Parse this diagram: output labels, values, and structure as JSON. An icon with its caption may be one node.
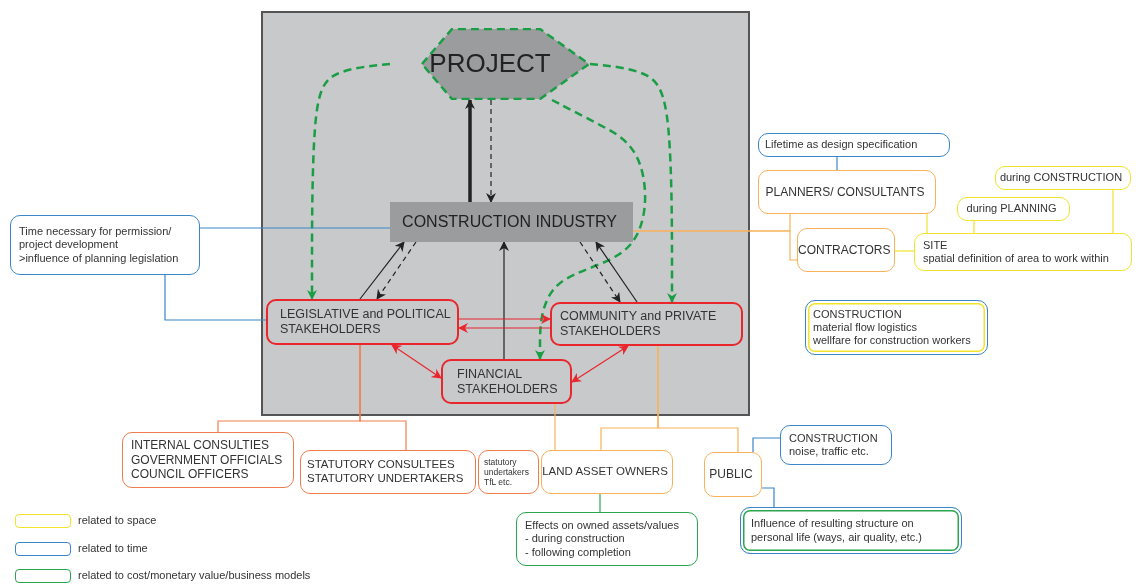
{
  "diagram": {
    "nodes": [
      {
        "text": [],
        "shape": "box"
      },
      {
        "text": [
          "PROJECT"
        ],
        "in": 0
      },
      {
        "text": [
          "CONSTRUCTION INDUSTRY"
        ],
        "in": 0
      },
      {
        "text": [
          "LEGISLATIVE and POLITICAL STAKEHOLDERS"
        ],
        "in": 0
      },
      {
        "text": [
          "COMMUNITY and PRIVATE STAKEHOLDERS"
        ],
        "in": 0
      },
      {
        "text": [
          "FINANCIAL STAKEHOLDERS"
        ],
        "in": 0
      },
      {
        "text": [
          "Time necessary for permission/ project development",
          ">influence of planning legislation"
        ]
      },
      {
        "text": [
          "Lifetime as design specification"
        ]
      },
      {
        "text": [
          "PLANNERS/ CONSULTANTS"
        ]
      },
      {
        "text": [
          "CONTRACTORS"
        ]
      },
      {
        "text": [
          "during CONSTRUCTION"
        ]
      },
      {
        "text": [
          "during PLANNING"
        ]
      },
      {
        "text": [
          "SITE",
          "spatial definition of area to work within"
        ]
      },
      {
        "text": [
          "CONSTRUCTION",
          "material flow logistics",
          "wellfare for construction workers"
        ]
      },
      {
        "text": [
          "INTERNAL CONSULTIES",
          "GOVERNMENT OFFICIALS",
          "COUNCIL OFFICERS"
        ]
      },
      {
        "text": [
          "STATUTORY CONSULTEES",
          "STATUTORY UNDERTAKERS"
        ]
      },
      {
        "text": [
          "LAND ASSET OWNERS"
        ]
      },
      {
        "text": [
          "statutory undertakers TfL etc."
        ]
      },
      {
        "text": [
          "PUBLIC"
        ]
      },
      {
        "text": [
          "CONSTRUCTION",
          "noise, traffic etc."
        ]
      },
      {
        "text": [
          "Effects on owned assets/values",
          "- during construction",
          "- following completion"
        ]
      },
      {
        "text": [
          "Influence of resulting structure on personal life (ways, air quality, etc.)"
        ]
      }
    ],
    "edges": [
      {
        "from": 2,
        "to": 1,
        "arrow": "to",
        "style": "thick"
      },
      {
        "from": 1,
        "to": 2,
        "arrow": "to",
        "style": "dashed"
      },
      {
        "from": 1,
        "to": 3,
        "arrow": "to",
        "style": "dashed",
        "color": "#1a9e45"
      },
      {
        "from": 1,
        "to": 5,
        "arrow": "to",
        "style": "dashed",
        "color": "#1a9e45"
      },
      {
        "from": 1,
        "to": 4,
        "arrow": "to",
        "style": "dashed",
        "color": "#1a9e45"
      },
      {
        "from": 3,
        "to": 2,
        "arrow": "to"
      },
      {
        "from": 2,
        "to": 3,
        "arrow": "to",
        "style": "dashed"
      },
      {
        "from": 2,
        "to": 4,
        "arrow": "to",
        "style": "dashed"
      },
      {
        "from": 4,
        "to": 2,
        "arrow": "to"
      },
      {
        "from": 5,
        "to": 2,
        "arrow": "to"
      },
      {
        "from": 3,
        "to": 4,
        "arrow": "to",
        "color": "#e8262c"
      },
      {
        "from": 4,
        "to": 3,
        "arrow": "to",
        "color": "#e8262c"
      },
      {
        "from": 3,
        "to": 5,
        "arrow": "both",
        "color": "#e8262c"
      },
      {
        "from": 5,
        "to": 4,
        "arrow": "both",
        "color": "#e8262c"
      },
      {
        "from": 6,
        "to": 2,
        "arrow": "none",
        "color": "#3a86c8"
      },
      {
        "from": 6,
        "to": 3,
        "arrow": "none",
        "color": "#3a86c8"
      },
      {
        "from": 2,
        "to": 8,
        "arrow": "none",
        "color": "#f7b25a"
      },
      {
        "from": 2,
        "to": 9,
        "arrow": "none",
        "color": "#f7b25a"
      },
      {
        "from": 7,
        "to": 8,
        "arrow": "none",
        "color": "#3a86c8"
      },
      {
        "from": 9,
        "to": 12,
        "arrow": "none",
        "color": "#f2e32c"
      },
      {
        "from": 8,
        "to": 12,
        "arrow": "none",
        "color": "#f2e32c"
      },
      {
        "from": 11,
        "to": 12,
        "arrow": "none",
        "color": "#f2e32c"
      },
      {
        "from": 10,
        "to": 12,
        "arrow": "none",
        "color": "#f2e32c"
      },
      {
        "from": 3,
        "to": 14,
        "arrow": "none",
        "color": "#f07c4c"
      },
      {
        "from": 3,
        "to": 15,
        "arrow": "none",
        "color": "#f07c4c"
      },
      {
        "from": 5,
        "to": 16,
        "arrow": "none",
        "color": "#f7b25a"
      },
      {
        "from": 4,
        "to": 16,
        "arrow": "none",
        "color": "#f7b25a"
      },
      {
        "from": 4,
        "to": 18,
        "arrow": "none",
        "color": "#f7b25a"
      },
      {
        "from": 16,
        "to": 20,
        "arrow": "none",
        "color": "#2aa64e"
      },
      {
        "from": 18,
        "to": 19,
        "arrow": "none",
        "color": "#3a86c8"
      },
      {
        "from": 18,
        "to": 21,
        "arrow": "none",
        "color": "#3a86c8"
      }
    ],
    "legend": [
      {
        "text": "related to space",
        "color": "#f2e32c"
      },
      {
        "text": "related to time",
        "color": "#3a86c8"
      },
      {
        "text": "related to cost/monetary value/business models",
        "color": "#2aa64e"
      }
    ]
  }
}
